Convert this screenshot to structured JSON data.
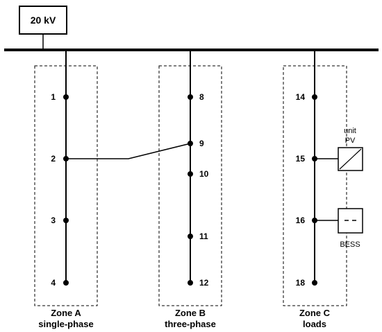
{
  "source": {
    "label": "20 kV"
  },
  "zones": [
    {
      "name": "Zone A",
      "sub": "single-phase"
    },
    {
      "name": "Zone B",
      "sub": "three-phase"
    },
    {
      "name": "Zone C",
      "sub": "loads"
    }
  ],
  "nodes": {
    "a": [
      "1",
      "2",
      "3",
      "4"
    ],
    "b": [
      "8",
      "9",
      "10",
      "11",
      "12"
    ],
    "c": [
      "14",
      "15",
      "16",
      "18"
    ]
  },
  "units": {
    "pv": {
      "label_top": "unit",
      "label": "PV"
    },
    "bess": {
      "label": "BESS"
    }
  }
}
